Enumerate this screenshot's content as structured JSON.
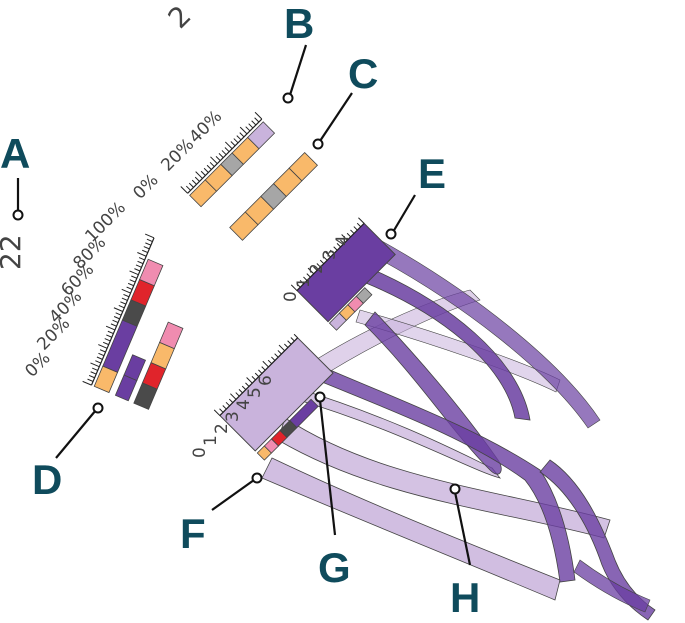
{
  "colors": {
    "callout": "#0f4b5c",
    "dark_purple": "#6a3ea1",
    "light_purple": "#c9b3dc",
    "orange": "#f9b96a",
    "grey": "#a6a6a6",
    "dark_grey": "#4a4a4a",
    "red": "#e0242b",
    "pink": "#f08cb0",
    "tick": "#222222"
  },
  "label_2": "2",
  "label_22": "22",
  "axis_b": {
    "ticks": [
      "0%",
      "20%",
      "40%"
    ]
  },
  "axis_d": {
    "ticks": [
      "0%",
      "20%",
      "40%",
      "60%",
      "80%",
      "100%"
    ]
  },
  "axis_e": {
    "ticks": [
      "0",
      "1",
      "2",
      "3",
      "4"
    ]
  },
  "axis_f": {
    "ticks": [
      "0",
      "1",
      "2",
      "3",
      "4",
      "5",
      "6"
    ]
  },
  "callouts": [
    {
      "id": "a",
      "letter": "A"
    },
    {
      "id": "b",
      "letter": "B"
    },
    {
      "id": "c",
      "letter": "C"
    },
    {
      "id": "d",
      "letter": "D"
    },
    {
      "id": "e",
      "letter": "E"
    },
    {
      "id": "f",
      "letter": "F"
    },
    {
      "id": "g",
      "letter": "G"
    },
    {
      "id": "h",
      "letter": "H"
    }
  ]
}
